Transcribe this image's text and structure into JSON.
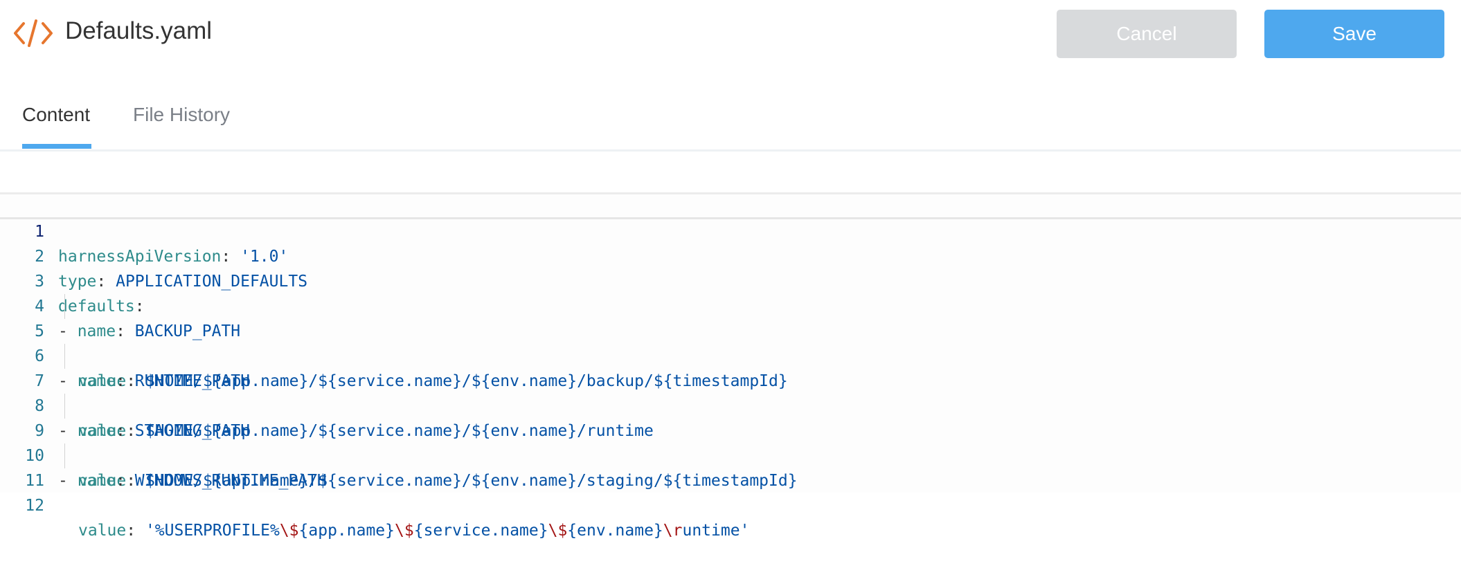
{
  "header": {
    "icon": "code-file-icon",
    "title": "Defaults.yaml",
    "cancel_label": "Cancel",
    "save_label": "Save"
  },
  "tabs": [
    {
      "label": "Content",
      "active": true
    },
    {
      "label": "File History",
      "active": false
    }
  ],
  "editor": {
    "lines": [
      {
        "num": "1",
        "key": "harnessApiVersion",
        "value": "'1.0'"
      },
      {
        "num": "2",
        "key": "type",
        "value": "APPLICATION_DEFAULTS"
      },
      {
        "num": "3",
        "key": "defaults",
        "value": ""
      },
      {
        "num": "4",
        "prefix": "- ",
        "key": "name",
        "value": "BACKUP_PATH"
      },
      {
        "num": "5",
        "key": "value",
        "value": "$HOME/${app.name}/${service.name}/${env.name}/backup/${timestampId}"
      },
      {
        "num": "6",
        "prefix": "- ",
        "key": "name",
        "value": "RUNTIME_PATH"
      },
      {
        "num": "7",
        "key": "value",
        "value": "$HOME/${app.name}/${service.name}/${env.name}/runtime"
      },
      {
        "num": "8",
        "prefix": "- ",
        "key": "name",
        "value": "STAGING_PATH"
      },
      {
        "num": "9",
        "key": "value",
        "value": "$HOME/${app.name}/${service.name}/${env.name}/staging/${timestampId}"
      },
      {
        "num": "10",
        "prefix": "- ",
        "key": "name",
        "value": "WINDOWS_RUNTIME_PATH"
      },
      {
        "num": "11",
        "key": "value",
        "value_parts": [
          "'%USERPROFILE%",
          "\\$",
          "{app.name}",
          "\\$",
          "{service.name}",
          "\\$",
          "{env.name}",
          "\\r",
          "untime'"
        ]
      },
      {
        "num": "12"
      }
    ]
  },
  "colors": {
    "accent": "#4ea8ee",
    "icon": "#e6762e",
    "key": "#2e8b8b",
    "value": "#0451a5",
    "escape": "#a31515"
  }
}
